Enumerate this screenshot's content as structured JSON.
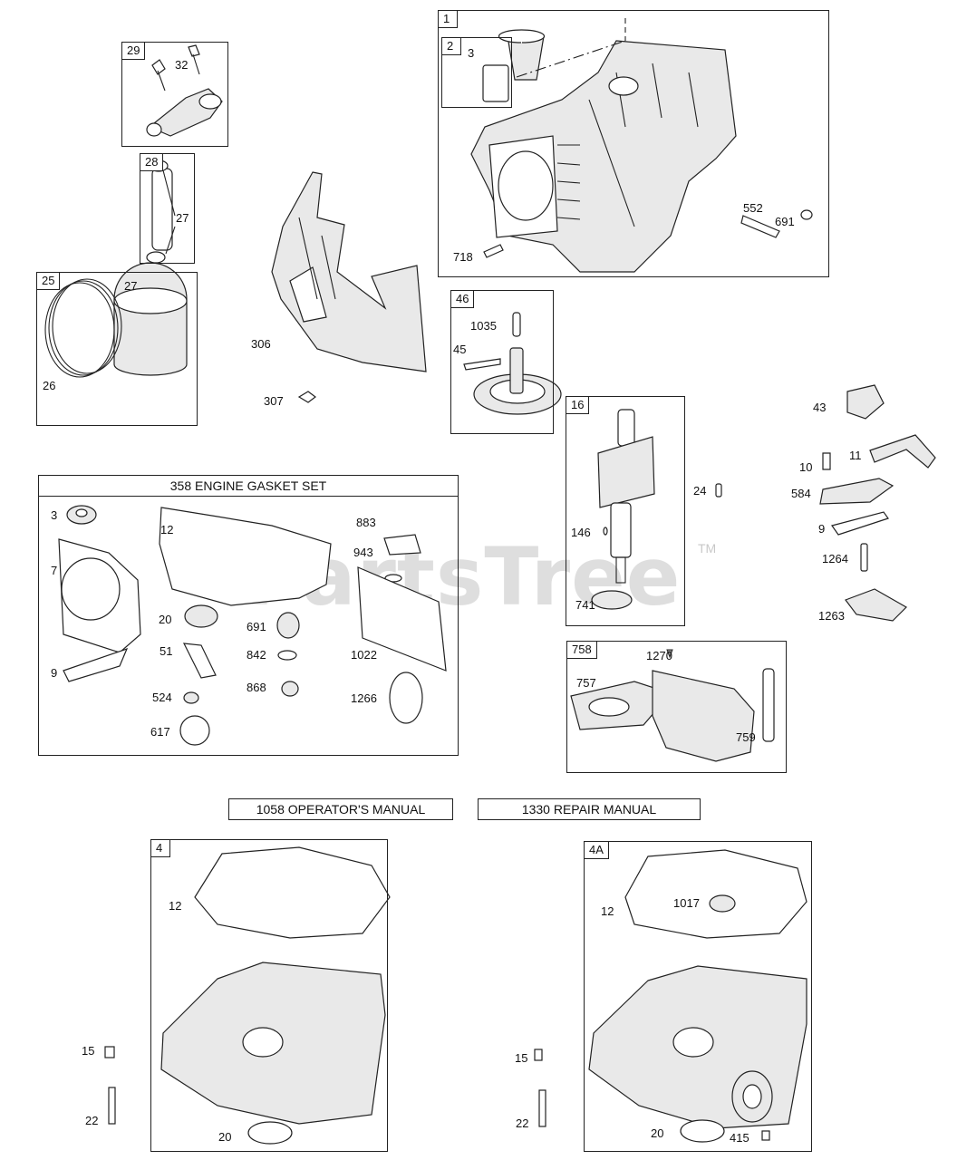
{
  "watermark": {
    "text": "PartsTree",
    "tm": "TM"
  },
  "groups": {
    "g1": "1",
    "g2": "2",
    "g29": "29",
    "g28": "28",
    "g25": "25",
    "g46": "46",
    "g16": "16",
    "g758": "758",
    "g4": "4",
    "g4a": "4A"
  },
  "titles": {
    "gasket_set": "358 ENGINE GASKET SET",
    "operators_manual": "1058 OPERATOR'S MANUAL",
    "repair_manual": "1330 REPAIR MANUAL"
  },
  "labels": {
    "l3a": "3",
    "l552": "552",
    "l691a": "691",
    "l718": "718",
    "l32": "32",
    "l27a": "27",
    "l27b": "27",
    "l26": "26",
    "l306": "306",
    "l307": "307",
    "l1035": "1035",
    "l45": "45",
    "l43": "43",
    "l10": "10",
    "l11": "11",
    "l584": "584",
    "l9a": "9",
    "l1264": "1264",
    "l1263": "1263",
    "l24": "24",
    "l146": "146",
    "l741": "741",
    "l3b": "3",
    "l12a": "12",
    "l883": "883",
    "l943": "943",
    "l7": "7",
    "l20a": "20",
    "l691b": "691",
    "l51": "51",
    "l842": "842",
    "l1022": "1022",
    "l9b": "9",
    "l524": "524",
    "l868": "868",
    "l1266": "1266",
    "l617": "617",
    "l1270": "1270",
    "l757": "757",
    "l759": "759",
    "l12b": "12",
    "l15a": "15",
    "l22a": "22",
    "l20b": "20",
    "l12c": "12",
    "l1017": "1017",
    "l15b": "15",
    "l22b": "22",
    "l20c": "20",
    "l415": "415"
  }
}
